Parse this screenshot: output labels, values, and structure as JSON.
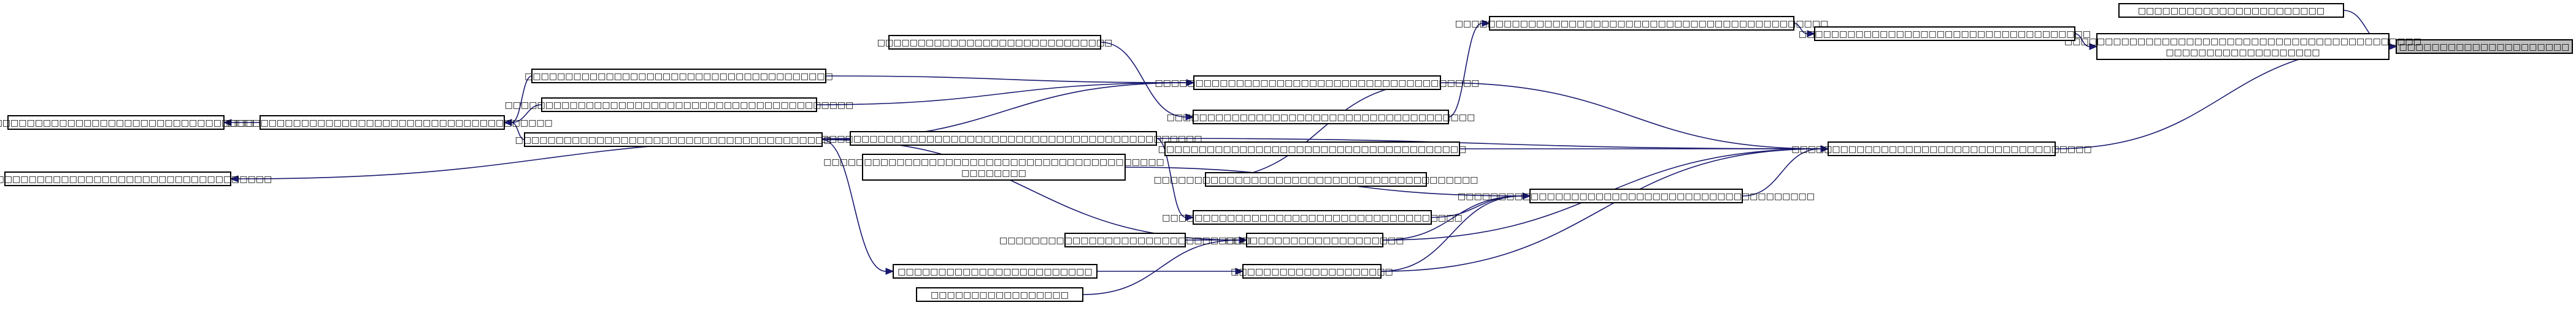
{
  "graph": {
    "title": "",
    "edge_color": "#191970",
    "root_fill": "#bfbfbf",
    "nodes": [
      {
        "id": "n_root",
        "label": "□□□□□□□□□□□□□□□□□□□□□"
      },
      {
        "id": "n_top_a",
        "label": "□□□□□□□□□□□□□□□□□□□□□□□"
      },
      {
        "id": "n_top_b",
        "label": "□□□□□□□□□□□□□□□□□□□□□□□□□□□□□□□□□□□□□□□□□□□□\n□□□□□□□□□□□□□□□□□□□"
      },
      {
        "id": "n_top_c",
        "label": "□□□□□□□□□□□□□□□□□□□□□□□□□□□□□□□□□□□□"
      },
      {
        "id": "n_top_d",
        "label": "□□□□□□□□□□□□□□□□□□□□□□□□□□□□□□□□□□□□□□□□□□□□□□"
      },
      {
        "id": "n_hub",
        "label": "□□□□□□□□□□□□□□□□□□□□□□□□□□□□□□□□□□□□□"
      },
      {
        "id": "n_mid_a",
        "label": "□□□□□□□□□□□□□□□□□□□□□□□□□□□□□□□□□□□□□□"
      },
      {
        "id": "n_mid_b",
        "label": "□□□□□□□□□□□□□□□□□□□□□□□□□□□□□"
      },
      {
        "id": "n_mid_c",
        "label": "□□□□□□□□□□□□□□□□□□□□□□□□□□□□□□□□□□□□□□"
      },
      {
        "id": "n_mid_d",
        "label": "□□□□□□□□□□□□□□□□□□□□□□□□□□□□□□□□□□□□□□□□□□□"
      },
      {
        "id": "n_mid_e",
        "label": "□□□□□□□□□□□□□□□□□□□□□□□□□□□□□□□□□□□□□□□□"
      },
      {
        "id": "n_mid_f",
        "label": "□□□□□□□□□□□□□□□□□□□□□□□□□□□□□□□□□□□□□□□□□□□□□□□□□"
      },
      {
        "id": "n_mid_g",
        "label": "□□□□□□□□□□□□□□□□□□□□□□□□□□□□□□□□□□□□□□"
      },
      {
        "id": "n_mid_h",
        "label": "□□□□□□□□□□□□□□□□□□□□□□□□□□□□□□□□□□□□□□□□□□□□"
      },
      {
        "id": "n_mid_i",
        "label": "□□□□□□□□□□□□□□□□□□□□□□□□□□□□□□□□□□□□□□□□"
      },
      {
        "id": "n_mid_j",
        "label": "□□□□□□□□□□□□□□□□□□□□□□□□□□□□□□□□□□□□□"
      },
      {
        "id": "n_mid_k",
        "label": "□□□□□□□□□□□□□□□□□□□□□□□□□□□□□□□□□□□□□□□□□□\n□□□□□□□□"
      },
      {
        "id": "n_low_a",
        "label": "□□□□□□□□□□□□□□□□□□□□□□"
      },
      {
        "id": "n_low_b",
        "label": "□□□□□□□□□□□□□□□□□□□□"
      },
      {
        "id": "n_low_c",
        "label": "□□□□□□□□□□□□□□□□□□□□□□□□□□□□□□□"
      },
      {
        "id": "n_low_d",
        "label": "□□□□□□□□□□□□□□□□□□□□□□□□"
      },
      {
        "id": "n_low_e",
        "label": "□□□□□□□□□□□□□□□□□"
      },
      {
        "id": "n_left_a",
        "label": "□□□□□□□□□□□□□□□□□□□□□□□□□□□□□□□□□□□□□□□□□□"
      },
      {
        "id": "n_left_b",
        "label": "□□□□□□□□□□□□□□□□□□□□□□□□□□□□□□□□□□"
      },
      {
        "id": "n_left_c",
        "label": "□□□□□□□□□□□□□□□□□□□□□□□□□□□□□□□□□□□□□□□"
      },
      {
        "id": "n_left_d",
        "label": "□□□□□□□□□□□□□□□□□□□□□□□□□□□□□□□□□□□□□□"
      }
    ],
    "edges": [
      {
        "from": "n_top_a",
        "to": "n_root"
      },
      {
        "from": "n_top_b",
        "to": "n_root"
      },
      {
        "from": "n_hub",
        "to": "n_root"
      },
      {
        "from": "n_top_c",
        "to": "n_top_b"
      },
      {
        "from": "n_top_d",
        "to": "n_top_c"
      },
      {
        "from": "n_mid_a",
        "to": "n_top_d"
      },
      {
        "from": "n_mid_e",
        "to": "n_hub"
      },
      {
        "from": "n_mid_g",
        "to": "n_hub"
      },
      {
        "from": "n_mid_f",
        "to": "n_hub"
      },
      {
        "from": "n_mid_h",
        "to": "n_hub"
      },
      {
        "from": "n_low_a",
        "to": "n_hub"
      },
      {
        "from": "n_low_b",
        "to": "n_hub"
      },
      {
        "from": "n_mid_b",
        "to": "n_mid_a"
      },
      {
        "from": "n_mid_i",
        "to": "n_mid_e"
      },
      {
        "from": "n_mid_c",
        "to": "n_mid_e"
      },
      {
        "from": "n_mid_d",
        "to": "n_mid_e"
      },
      {
        "from": "n_left_c",
        "to": "n_mid_e"
      },
      {
        "from": "n_mid_j",
        "to": "n_mid_h"
      },
      {
        "from": "n_mid_k",
        "to": "n_mid_h"
      },
      {
        "from": "n_low_a",
        "to": "n_mid_h"
      },
      {
        "from": "n_low_b",
        "to": "n_mid_h"
      },
      {
        "from": "n_mid_f",
        "to": "n_mid_j"
      },
      {
        "from": "n_mid_c",
        "to": "n_left_a"
      },
      {
        "from": "n_mid_d",
        "to": "n_left_a"
      },
      {
        "from": "n_left_a",
        "to": "n_left_b"
      },
      {
        "from": "n_left_c",
        "to": "n_left_a"
      },
      {
        "from": "n_mid_f",
        "to": "n_left_d"
      },
      {
        "from": "n_low_c",
        "to": "n_low_a"
      },
      {
        "from": "n_low_d",
        "to": "n_low_b"
      },
      {
        "from": "n_low_e",
        "to": "n_low_a"
      },
      {
        "from": "n_left_c",
        "to": "n_low_a"
      },
      {
        "from": "n_left_c",
        "to": "n_low_d"
      }
    ]
  }
}
